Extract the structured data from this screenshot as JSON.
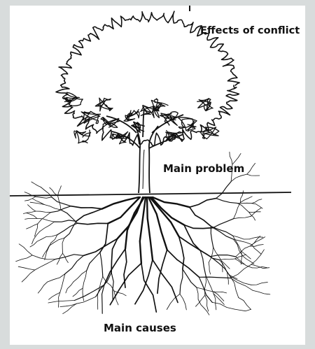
{
  "diagram": {
    "labels": {
      "effects": "Effects of conflict",
      "problem": "Main problem",
      "causes": "Main causes"
    },
    "icons": {
      "tree": "tree-illustration",
      "crown": "tree-canopy",
      "trunk": "tree-trunk",
      "roots": "tree-roots",
      "ground": "ground-line"
    },
    "colors": {
      "ink": "#111111",
      "page": "#ffffff",
      "frame": "#d8dcdc"
    }
  }
}
